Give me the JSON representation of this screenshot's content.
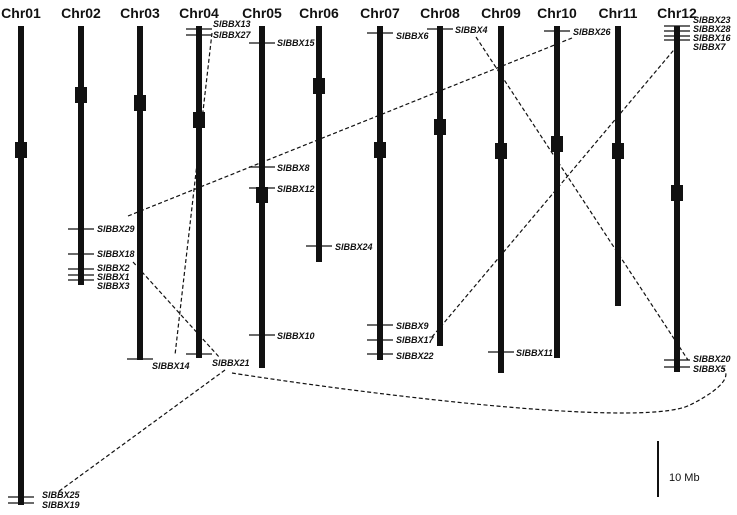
{
  "chromosomes": [
    {
      "id": "chr01",
      "label": "Chr01"
    },
    {
      "id": "chr02",
      "label": "Chr02"
    },
    {
      "id": "chr03",
      "label": "Chr03"
    },
    {
      "id": "chr04",
      "label": "Chr04"
    },
    {
      "id": "chr05",
      "label": "Chr05"
    },
    {
      "id": "chr06",
      "label": "Chr06"
    },
    {
      "id": "chr07",
      "label": "Chr07"
    },
    {
      "id": "chr08",
      "label": "Chr08"
    },
    {
      "id": "chr09",
      "label": "Chr09"
    },
    {
      "id": "chr10",
      "label": "Chr10"
    },
    {
      "id": "chr11",
      "label": "Chr11"
    },
    {
      "id": "chr12",
      "label": "Chr12"
    }
  ],
  "genes": [
    {
      "id": "slbbx1",
      "label": "SlBBX1",
      "chromosome": "chr02"
    },
    {
      "id": "slbbx2",
      "label": "SlBBX2",
      "chromosome": "chr02"
    },
    {
      "id": "slbbx3",
      "label": "SlBBX3",
      "chromosome": "chr02"
    },
    {
      "id": "slbbx4",
      "label": "SlBBX4",
      "chromosome": "chr08"
    },
    {
      "id": "slbbx5",
      "label": "SlBBX5",
      "chromosome": "chr12"
    },
    {
      "id": "slbbx6",
      "label": "SlBBX6",
      "chromosome": "chr07"
    },
    {
      "id": "slbbx7",
      "label": "SlBBX7",
      "chromosome": "chr12"
    },
    {
      "id": "slbbx8",
      "label": "SlBBX8",
      "chromosome": "chr05"
    },
    {
      "id": "slbbx9",
      "label": "SlBBX9",
      "chromosome": "chr07"
    },
    {
      "id": "slbbx10",
      "label": "SlBBX10",
      "chromosome": "chr05"
    },
    {
      "id": "slbbx11",
      "label": "SlBBX11",
      "chromosome": "chr09"
    },
    {
      "id": "slbbx12",
      "label": "SlBBX12",
      "chromosome": "chr05"
    },
    {
      "id": "slbbx13",
      "label": "SlBBX13",
      "chromosome": "chr04"
    },
    {
      "id": "slbbx14",
      "label": "SlBBX14",
      "chromosome": "chr03"
    },
    {
      "id": "slbbx15",
      "label": "SlBBX15",
      "chromosome": "chr05"
    },
    {
      "id": "slbbx16",
      "label": "SlBBX16",
      "chromosome": "chr12"
    },
    {
      "id": "slbbx17",
      "label": "SlBBX17",
      "chromosome": "chr07"
    },
    {
      "id": "slbbx18",
      "label": "SlBBX18",
      "chromosome": "chr02"
    },
    {
      "id": "slbbx19",
      "label": "SlBBX19",
      "chromosome": "chr01"
    },
    {
      "id": "slbbx20",
      "label": "SlBBX20",
      "chromosome": "chr12"
    },
    {
      "id": "slbbx21",
      "label": "SlBBX21",
      "chromosome": "chr04"
    },
    {
      "id": "slbbx22",
      "label": "SlBBX22",
      "chromosome": "chr07"
    },
    {
      "id": "slbbx23",
      "label": "SlBBX23",
      "chromosome": "chr12"
    },
    {
      "id": "slbbx24",
      "label": "SlBBX24",
      "chromosome": "chr06"
    },
    {
      "id": "slbbx25",
      "label": "SlBBX25",
      "chromosome": "chr01"
    },
    {
      "id": "slbbx26",
      "label": "SlBBX26",
      "chromosome": "chr10"
    },
    {
      "id": "slbbx27",
      "label": "SlBBX27",
      "chromosome": "chr04"
    },
    {
      "id": "slbbx28",
      "label": "SlBBX28",
      "chromosome": "chr12"
    },
    {
      "id": "slbbx29",
      "label": "SlBBX29",
      "chromosome": "chr02"
    }
  ],
  "links": [
    {
      "id": "link-13-14",
      "from": "slbbx13",
      "to": "slbbx14"
    },
    {
      "id": "link-29-26",
      "from": "slbbx29",
      "to": "slbbx26"
    },
    {
      "id": "link-18-21",
      "from": "slbbx18",
      "to": "slbbx21"
    },
    {
      "id": "link-21-25",
      "from": "slbbx21",
      "to": "slbbx25"
    },
    {
      "id": "link-21-5",
      "from": "slbbx21",
      "to": "slbbx5"
    },
    {
      "id": "link-4-20",
      "from": "slbbx4",
      "to": "slbbx20"
    },
    {
      "id": "link-17-7",
      "from": "slbbx17",
      "to": "slbbx7"
    }
  ],
  "scale_bar": {
    "label": "10 Mb"
  },
  "colors": {
    "chromosome": "#111111",
    "centromere": "#111111",
    "link": "#111111",
    "background": "#ffffff"
  }
}
